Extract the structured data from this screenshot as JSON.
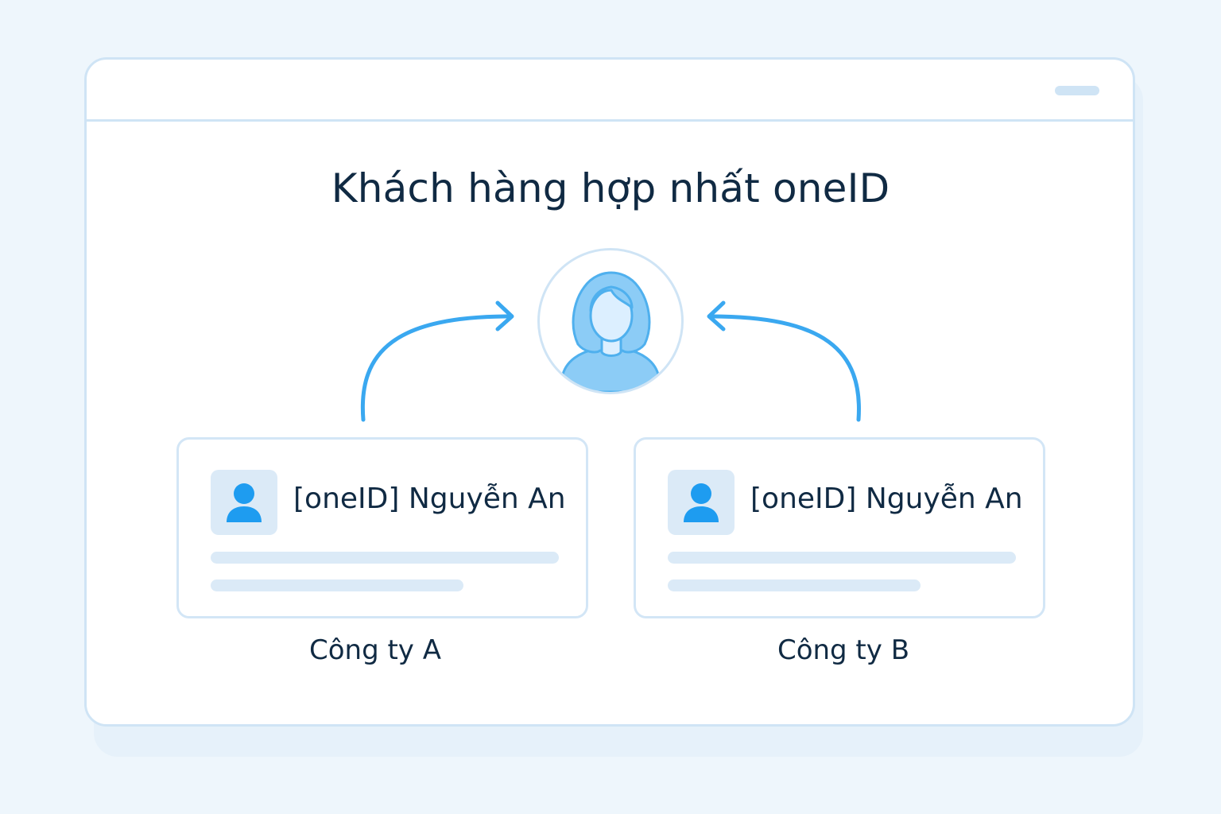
{
  "page": {
    "title": "Khách hàng hợp nhất oneID"
  },
  "colors": {
    "accent": "#3aa8f0",
    "border": "#cfe4f5",
    "placeholder": "#dbeaf7",
    "text": "#102a43",
    "background": "#eef6fc"
  },
  "unified_profile": {
    "icon": "woman-avatar-icon"
  },
  "cards": [
    {
      "name": "[oneID] Nguyễn An",
      "icon": "user-icon",
      "company": "Công ty A"
    },
    {
      "name": "[oneID] Nguyễn An",
      "icon": "user-icon",
      "company": "Công ty B"
    }
  ]
}
